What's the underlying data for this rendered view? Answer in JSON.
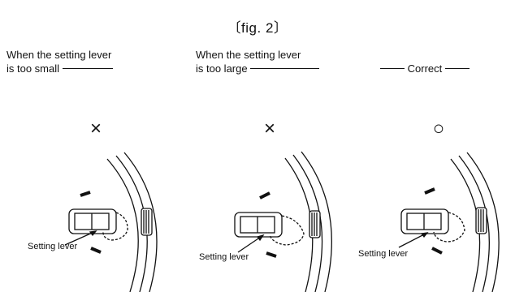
{
  "figure": {
    "title": "〔fig. 2〕"
  },
  "panels": [
    {
      "caption_line1": "When the setting lever",
      "caption_line2": "is too small",
      "mark": "×",
      "part_label": "Setting lever"
    },
    {
      "caption_line1": "When the setting lever",
      "caption_line2": "is too large",
      "mark": "×",
      "part_label": "Setting lever"
    },
    {
      "caption": "Correct",
      "mark": "○",
      "part_label": "Setting lever"
    }
  ]
}
